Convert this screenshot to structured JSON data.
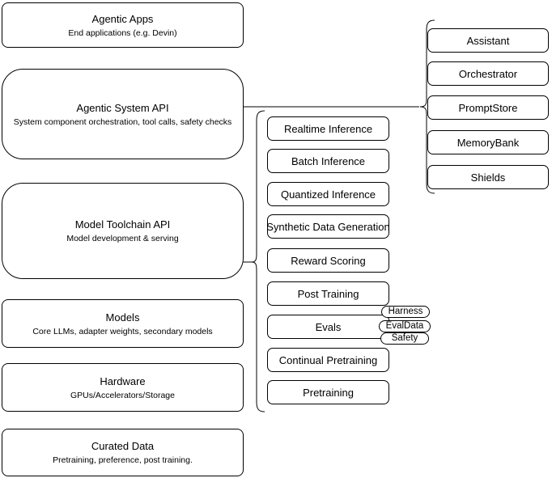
{
  "diagram": {
    "left_stack": {
      "items": [
        {
          "title": "Agentic Apps",
          "subtitle": "End applications (e.g. Devin)"
        },
        {
          "title": "Agentic System API",
          "subtitle": "System component orchestration, tool calls, safety checks"
        },
        {
          "title": "Model Toolchain API",
          "subtitle": "Model development & serving"
        },
        {
          "title": "Models",
          "subtitle": "Core LLMs, adapter weights, secondary models"
        },
        {
          "title": "Hardware",
          "subtitle": "GPUs/Accelerators/Storage"
        },
        {
          "title": "Curated Data",
          "subtitle": "Pretraining, preference, post training."
        }
      ]
    },
    "toolchain_group": {
      "items": [
        "Realtime Inference",
        "Batch Inference",
        "Quantized Inference",
        "Synthetic Data Generation",
        "Reward Scoring",
        "Post Training",
        "Evals",
        "Continual Pretraining",
        "Pretraining"
      ],
      "eval_tags": [
        "Harness",
        "EvalData",
        "Safety"
      ]
    },
    "system_group": {
      "items": [
        "Assistant",
        "Orchestrator",
        "PromptStore",
        "MemoryBank",
        "Shields"
      ]
    },
    "colors": {
      "stroke": "#000000",
      "node_fill": "#ffffff",
      "background": "#ffffff"
    }
  }
}
